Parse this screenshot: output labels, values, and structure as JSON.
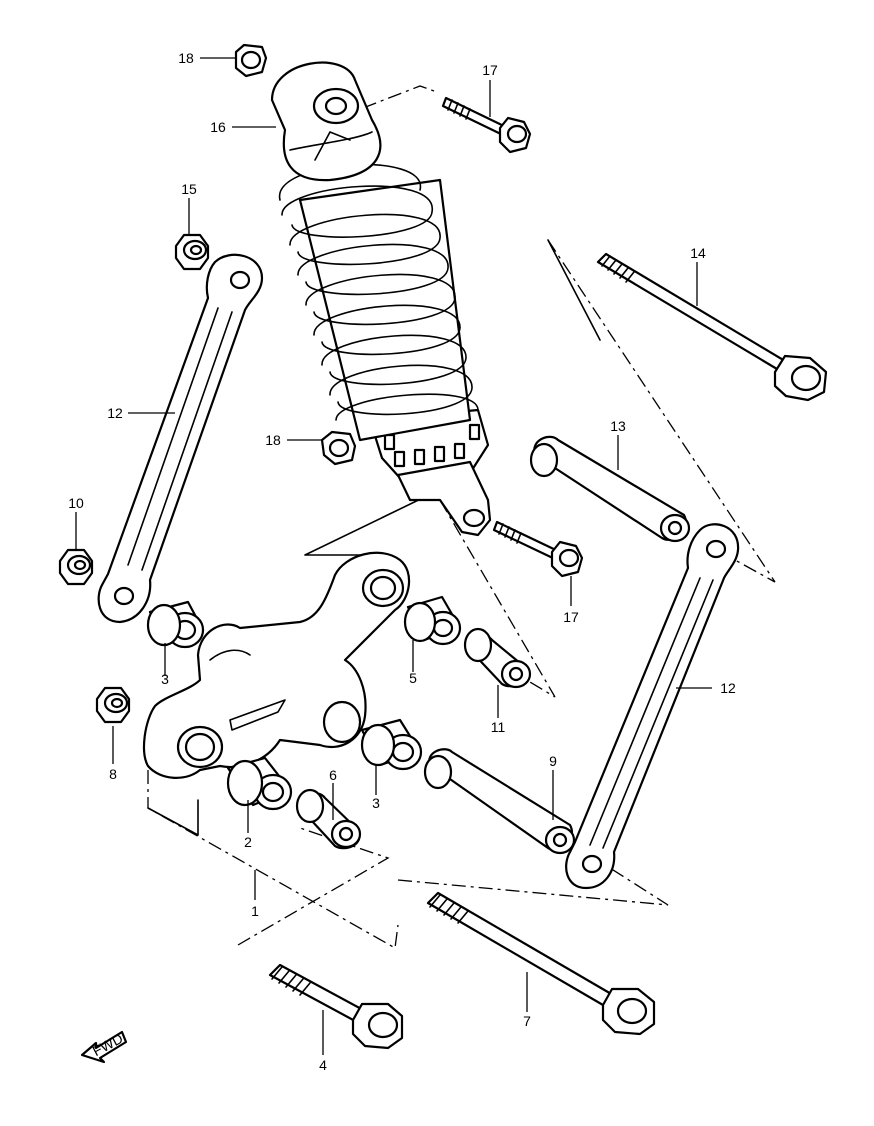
{
  "diagram": {
    "fwd_marker": "FWD",
    "callouts": [
      {
        "id": "c1",
        "text": "1"
      },
      {
        "id": "c2",
        "text": "2"
      },
      {
        "id": "c3a",
        "text": "3"
      },
      {
        "id": "c3b",
        "text": "3"
      },
      {
        "id": "c4",
        "text": "4"
      },
      {
        "id": "c5",
        "text": "5"
      },
      {
        "id": "c6",
        "text": "6"
      },
      {
        "id": "c7",
        "text": "7"
      },
      {
        "id": "c8",
        "text": "8"
      },
      {
        "id": "c9",
        "text": "9"
      },
      {
        "id": "c10",
        "text": "10"
      },
      {
        "id": "c11",
        "text": "11"
      },
      {
        "id": "c12a",
        "text": "12"
      },
      {
        "id": "c12b",
        "text": "12"
      },
      {
        "id": "c13",
        "text": "13"
      },
      {
        "id": "c14",
        "text": "14"
      },
      {
        "id": "c15",
        "text": "15"
      },
      {
        "id": "c16",
        "text": "16"
      },
      {
        "id": "c17a",
        "text": "17"
      },
      {
        "id": "c17b",
        "text": "17"
      },
      {
        "id": "c18a",
        "text": "18"
      },
      {
        "id": "c18b",
        "text": "18"
      }
    ]
  }
}
